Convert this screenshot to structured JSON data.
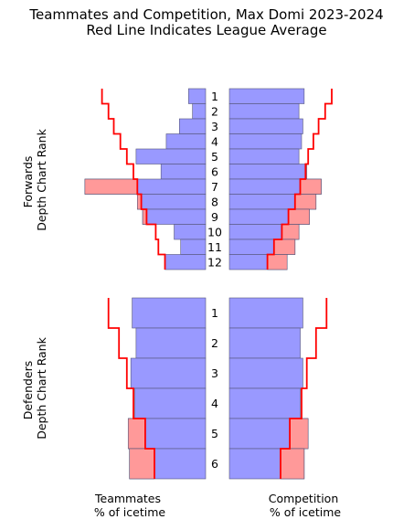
{
  "chart_data": {
    "type": "bar",
    "title": "Teammates and Competition, Max Domi 2023-2024",
    "subtitle": "Red Line Indicates League Average",
    "colors": {
      "bar_fill": "#9999ff",
      "bar_stroke": "#55557a",
      "excess_fill": "#ff9999",
      "average_line": "#ff0000"
    },
    "xlabel_left": "Teammates\n% of icetime",
    "xlabel_right": "Competition\n% of icetime",
    "forwards": {
      "ylabel": "Forwards\nDepth Chart Rank",
      "ranks": [
        "1",
        "2",
        "3",
        "4",
        "5",
        "6",
        "7",
        "8",
        "9",
        "10",
        "11",
        "12"
      ],
      "teammates": [
        13,
        10,
        20,
        30,
        53,
        34,
        92,
        52,
        48,
        24,
        19,
        31
      ],
      "teammates_avg": [
        79,
        74,
        70,
        65,
        60,
        55,
        52,
        49,
        45,
        38,
        36,
        31
      ],
      "competition": [
        57,
        53,
        56,
        55,
        53,
        59,
        70,
        66,
        61,
        53,
        50,
        44
      ],
      "competition_avg": [
        78,
        73,
        68,
        64,
        60,
        58,
        54,
        50,
        45,
        40,
        34,
        29
      ]
    },
    "defenders": {
      "ylabel": "Defenders\nDepth Chart Rank",
      "ranks": [
        "1",
        "2",
        "3",
        "4",
        "5",
        "6"
      ],
      "teammates": [
        56,
        53,
        57,
        54,
        59,
        58
      ],
      "teammates_avg": [
        74,
        66,
        60,
        55,
        46,
        39
      ],
      "competition": [
        56,
        54,
        56,
        54,
        60,
        57
      ],
      "competition_avg": [
        74,
        66,
        59,
        55,
        46,
        39
      ]
    }
  }
}
